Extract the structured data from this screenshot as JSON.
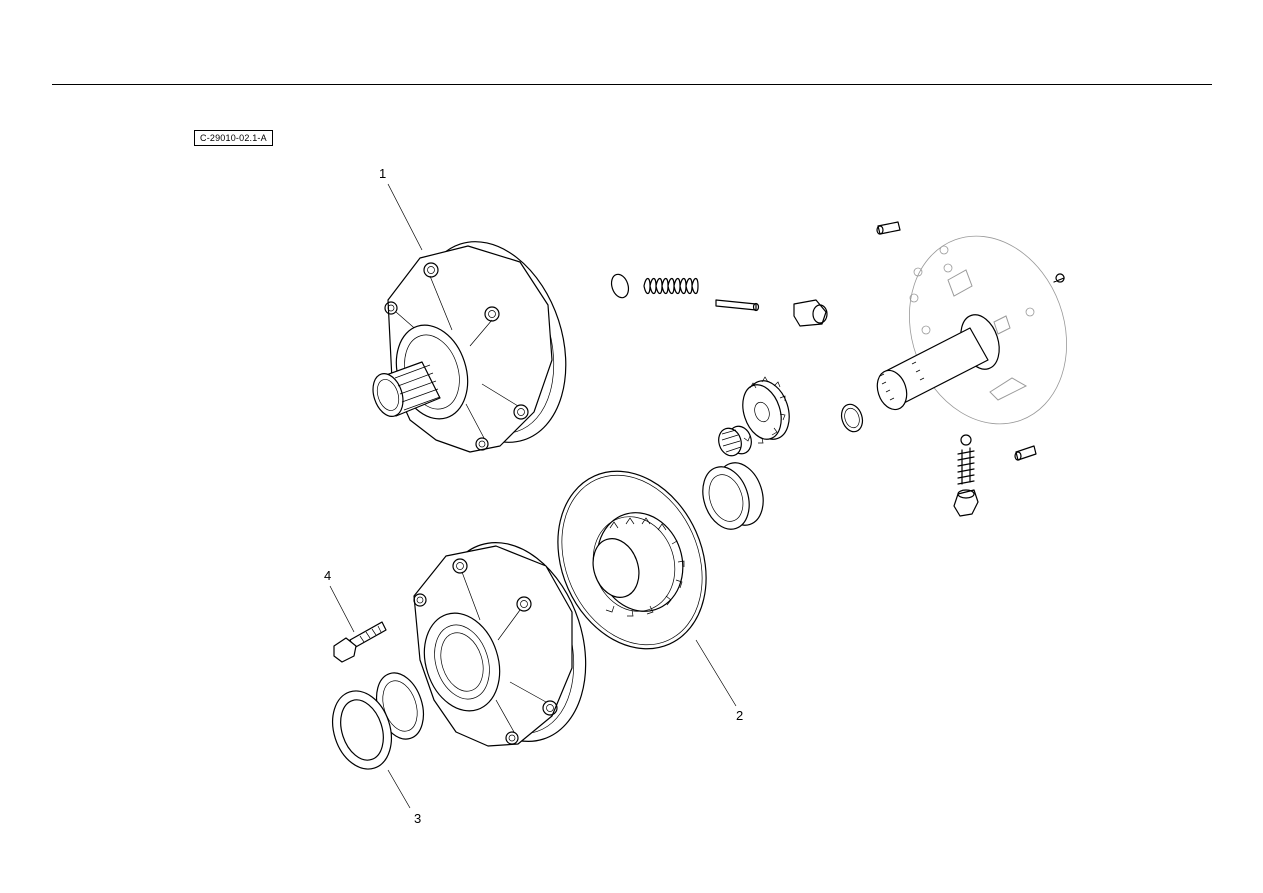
{
  "drawing": {
    "reference_code": "C-29010-02.1-A",
    "callouts": [
      {
        "id": "1",
        "label": "1"
      },
      {
        "id": "2",
        "label": "2"
      },
      {
        "id": "3",
        "label": "3"
      },
      {
        "id": "4",
        "label": "4"
      }
    ]
  }
}
